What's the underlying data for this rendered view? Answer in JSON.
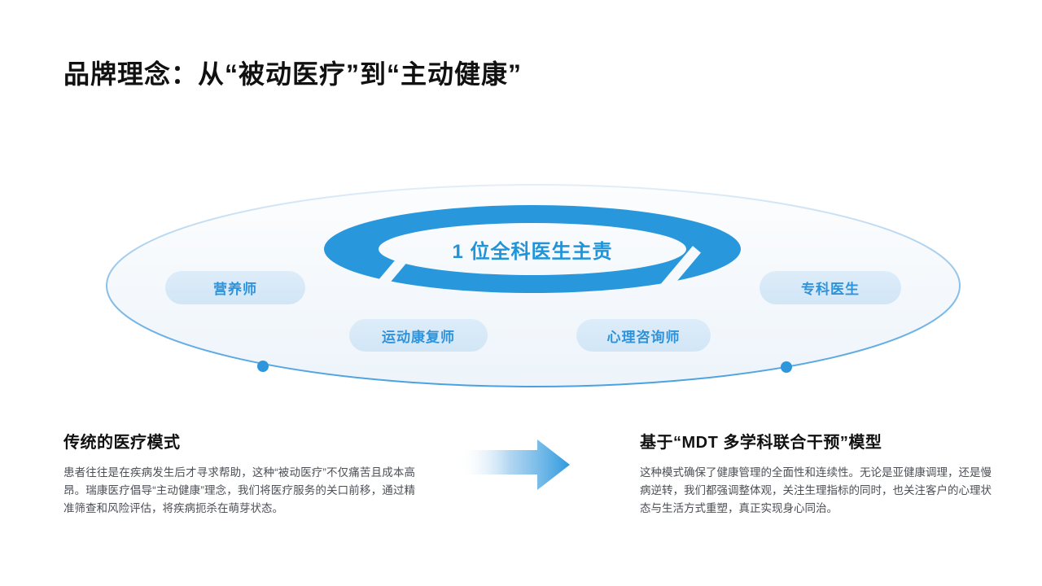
{
  "title": "品牌理念：从“被动医疗”到“主动健康”",
  "diagram": {
    "center_label": "1 位全科医生主责",
    "roles": [
      {
        "label": "营养师"
      },
      {
        "label": "运动康复师"
      },
      {
        "label": "心理咨询师"
      },
      {
        "label": "专科医生"
      }
    ],
    "nodes": {
      "left_dot": "orbit-node",
      "right_dot": "orbit-node"
    },
    "colors": {
      "ring": "#2897db",
      "pill_background": "#d8e9f8",
      "pill_text": "#2e93da",
      "orbit_stroke": "#49a1e0",
      "orbit_fill_light": "#eef5fb",
      "center_text": "#1f94d9",
      "arrow_blue": "#2f9ade"
    }
  },
  "comparison": {
    "arrow_icon": "right-arrow-icon",
    "left": {
      "heading": "传统的医疗模式",
      "body": "患者往往是在疾病发生后才寻求帮助，这种“被动医疗”不仅痛苦且成本高昂。瑞康医疗倡导“主动健康”理念，我们将医疗服务的关口前移，通过精准筛查和风险评估，将疾病扼杀在萌芽状态。"
    },
    "right": {
      "heading": "基于“MDT 多学科联合干预”模型",
      "body": "这种模式确保了健康管理的全面性和连续性。无论是亚健康调理，还是慢病逆转，我们都强调整体观，关注生理指标的同时，也关注客户的心理状态与生活方式重塑，真正实现身心同治。"
    }
  }
}
